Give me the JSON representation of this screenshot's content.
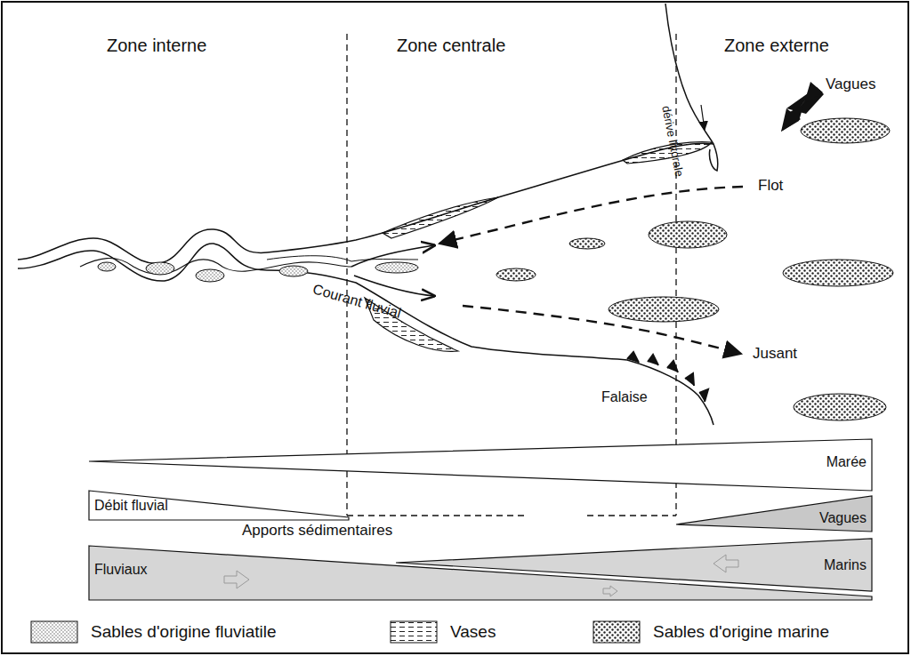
{
  "diagram": {
    "nodes": [
      {
        "text": [
          "Marée"
        ]
      },
      {
        "text": [
          "Débit fluvial"
        ]
      },
      {
        "text": [
          "Vagues"
        ]
      },
      {
        "text": [
          "Fluviaux"
        ]
      },
      {
        "text": [
          "Marins"
        ]
      }
    ],
    "labels": [
      "Zone interne",
      "Zone centrale",
      "Zone externe",
      "Vagues",
      "dérive littorale",
      "Flot",
      "Courant fluvial",
      "Jusant",
      "Falaise",
      "Apports sédimentaires"
    ],
    "legend": [
      {
        "text": "Sables d'origine fluviatile"
      },
      {
        "text": "Vases"
      },
      {
        "text": "Sables d'origine marine"
      }
    ]
  }
}
